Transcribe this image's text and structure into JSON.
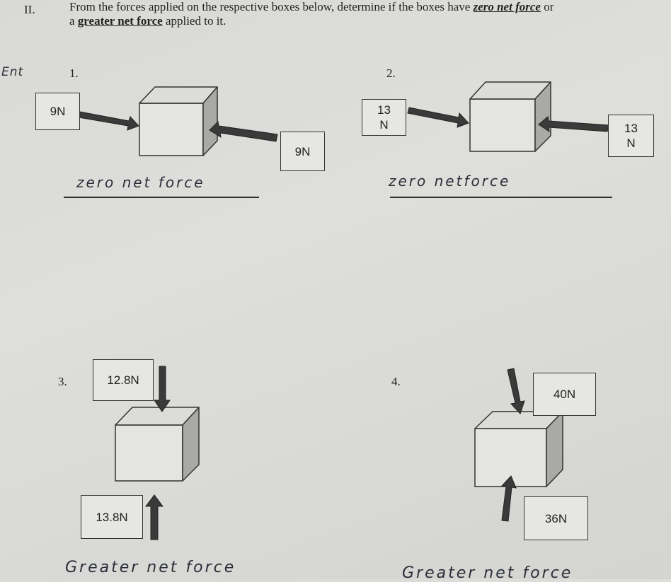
{
  "header": {
    "section": "II.",
    "question_part1": "From the forces applied on the respective boxes below, determine if the boxes have ",
    "zero_net_force": "zero net force",
    "question_part2": " or",
    "question_part3": "a ",
    "greater_net_force": "greater net force",
    "question_part4": " applied to it."
  },
  "margin_scribble": "Ent",
  "problems": [
    {
      "number": "1.",
      "left_label": "9N",
      "right_label": "9N",
      "answer": "zero net force"
    },
    {
      "number": "2.",
      "left_label": "13\nN",
      "right_label": "13\nN",
      "answer": "zero netforce"
    },
    {
      "number": "3.",
      "top_label": "12.8N",
      "bottom_label": "13.8N",
      "answer": "Greater net force"
    },
    {
      "number": "4.",
      "top_label": "40N",
      "bottom_label": "36N",
      "answer": "Greater net force"
    }
  ]
}
